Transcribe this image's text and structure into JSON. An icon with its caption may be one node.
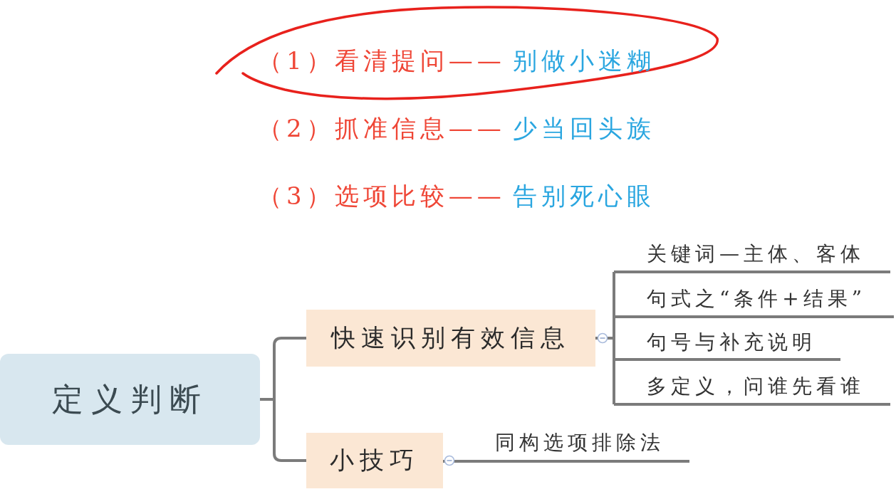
{
  "diagram": {
    "nodes": [
      {
        "text": [
          "定义判断"
        ]
      },
      {
        "text": [
          "快速识别有效信息"
        ]
      },
      {
        "text": [
          "小技巧"
        ]
      },
      {
        "text": [
          "关键词—主体、客体"
        ]
      },
      {
        "text": [
          "句式之“条件+结果”"
        ]
      },
      {
        "text": [
          "句号与补充说明"
        ]
      },
      {
        "text": [
          "多定义，问谁先看谁"
        ]
      },
      {
        "text": [
          "同构选项排除法"
        ]
      }
    ],
    "edges": [
      {
        "from": 0,
        "to": 1,
        "arrow": "none"
      },
      {
        "from": 0,
        "to": 2,
        "arrow": "none"
      },
      {
        "from": 1,
        "to": 3,
        "arrow": "none"
      },
      {
        "from": 1,
        "to": 4,
        "arrow": "none"
      },
      {
        "from": 1,
        "to": 5,
        "arrow": "none"
      },
      {
        "from": 1,
        "to": 6,
        "arrow": "none"
      },
      {
        "from": 2,
        "to": 7,
        "arrow": "none"
      }
    ],
    "labels": [
      "（1）看清提问——",
      "别做小迷糊",
      "（2）抓准信息——",
      "少当回头族",
      "（3）选项比较——",
      "告别死心眼"
    ]
  }
}
